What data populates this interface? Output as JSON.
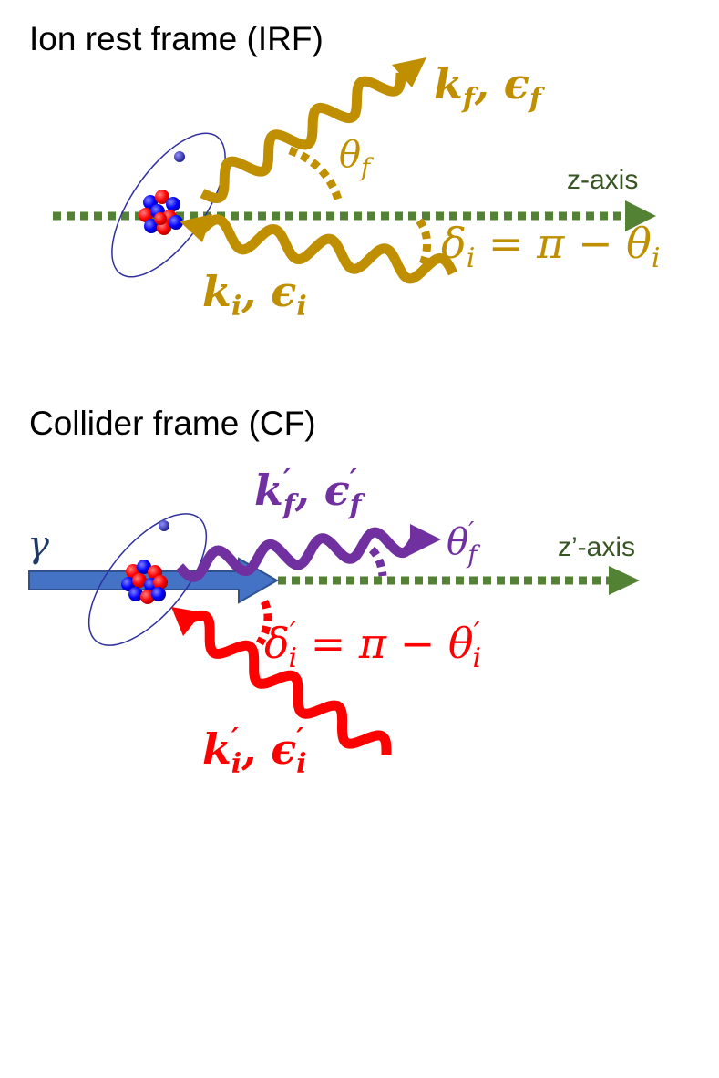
{
  "colors": {
    "gold": "#bf8f00",
    "green": "#548235",
    "purple": "#7030a0",
    "red": "#ff0000",
    "blue_arrow": "#4472c4",
    "navy": "#1f3864",
    "orbit": "#2f2f9f",
    "proton": "#ff0000",
    "neutron": "#0000ff"
  },
  "irf": {
    "title": "Ion rest frame (IRF)",
    "axis_label": "z-axis",
    "kf_label": "k_f , ε_f",
    "theta_label": "θ_f",
    "delta_label": "δ_i = π − θ_i",
    "ki_label": "k_i , ε_i"
  },
  "cf": {
    "title": "Collider frame (CF)",
    "axis_label": "z’-axis",
    "gamma_label": "γ",
    "kf_label": "k′_f , ε′_f",
    "theta_label": "θ′_f",
    "delta_label": "δ′_i = π − θ′_i",
    "ki_label": "k′_i , ε′_i"
  }
}
